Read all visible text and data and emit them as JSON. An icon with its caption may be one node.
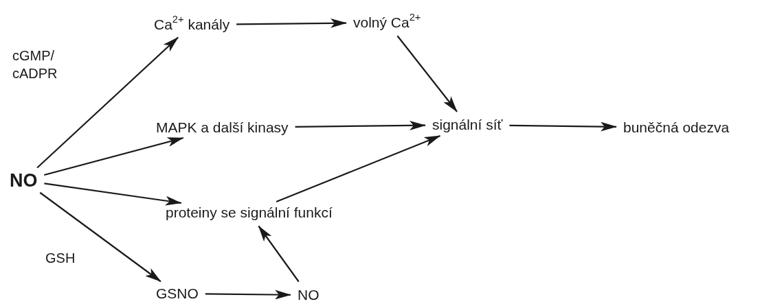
{
  "diagram": {
    "nodes": [
      {
        "text": [
          "NO"
        ]
      },
      {
        "text": [
          "Ca$^{2+}$ kanály"
        ]
      },
      {
        "text": [
          "volný Ca$^{2+}$"
        ]
      },
      {
        "text": [
          "MAPK a další kinasy"
        ]
      },
      {
        "text": [
          "signální síť"
        ]
      },
      {
        "text": [
          "buněčná odezva"
        ]
      },
      {
        "text": [
          "proteiny se signální funkcí"
        ]
      },
      {
        "text": [
          "GSNO"
        ]
      },
      {
        "text": [
          "NO"
        ]
      }
    ],
    "edges": [
      {
        "from": 0,
        "to": 1,
        "arrow": "to",
        "label": "cGMP/ cADPR"
      },
      {
        "from": 0,
        "to": 3,
        "arrow": "to"
      },
      {
        "from": 0,
        "to": 6,
        "arrow": "to"
      },
      {
        "from": 0,
        "to": 7,
        "arrow": "to",
        "label": "GSH"
      },
      {
        "from": 1,
        "to": 2,
        "arrow": "to"
      },
      {
        "from": 2,
        "to": 4,
        "arrow": "to"
      },
      {
        "from": 3,
        "to": 4,
        "arrow": "to"
      },
      {
        "from": 6,
        "to": 4,
        "arrow": "to"
      },
      {
        "from": 4,
        "to": 5,
        "arrow": "to"
      },
      {
        "from": 7,
        "to": 8,
        "arrow": "to"
      },
      {
        "from": 8,
        "to": 6,
        "arrow": "to"
      }
    ]
  }
}
